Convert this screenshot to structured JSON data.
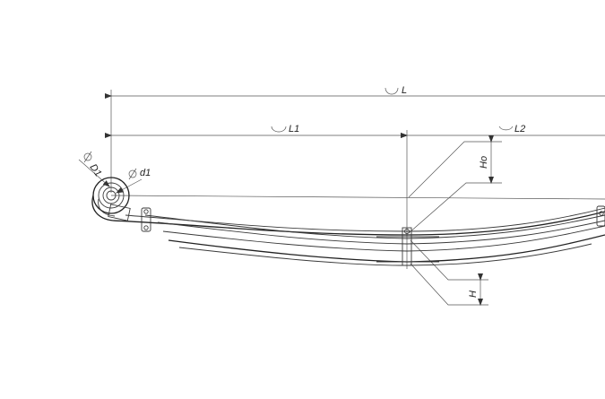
{
  "drawing": {
    "labels": {
      "L": "L",
      "L1": "L1",
      "L2": "L2",
      "D1": "D1",
      "d1": "d1",
      "Ho": "Ho",
      "H": "H"
    },
    "symbols": {
      "arc": "arc-length-symbol",
      "diameter": "diameter-symbol"
    }
  }
}
